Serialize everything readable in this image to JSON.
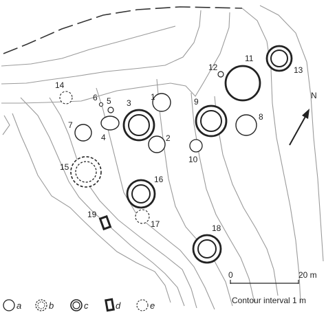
{
  "features": [
    {
      "label": "1",
      "type": "a"
    },
    {
      "label": "2",
      "type": "a"
    },
    {
      "label": "3",
      "type": "c"
    },
    {
      "label": "4",
      "type": "a"
    },
    {
      "label": "5",
      "type": "a"
    },
    {
      "label": "6",
      "type": "a"
    },
    {
      "label": "7",
      "type": "a"
    },
    {
      "label": "8",
      "type": "a"
    },
    {
      "label": "9",
      "type": "c"
    },
    {
      "label": "10",
      "type": "a"
    },
    {
      "label": "11",
      "type": "c"
    },
    {
      "label": "12",
      "type": "a"
    },
    {
      "label": "13",
      "type": "c"
    },
    {
      "label": "14",
      "type": "e"
    },
    {
      "label": "15",
      "type": "b"
    },
    {
      "label": "16",
      "type": "c"
    },
    {
      "label": "17",
      "type": "e"
    },
    {
      "label": "18",
      "type": "c"
    },
    {
      "label": "19",
      "type": "d"
    }
  ],
  "north_label": "N",
  "scale": {
    "start": "0",
    "end": "20 m"
  },
  "contour_note": "Contour interval 1 m",
  "legend": [
    "a",
    "b",
    "c",
    "d",
    "e"
  ]
}
